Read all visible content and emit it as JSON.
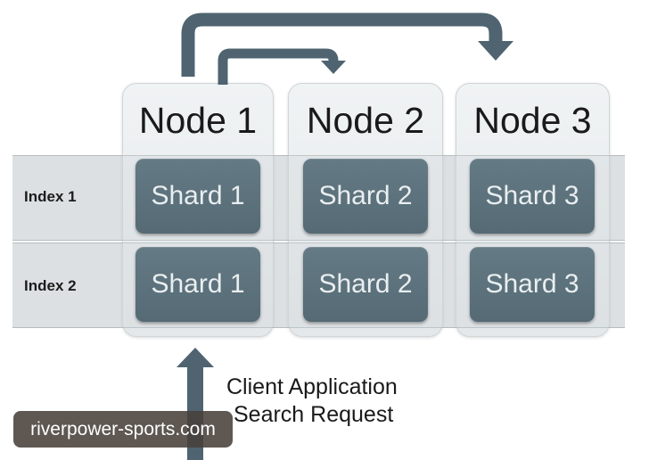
{
  "nodes": [
    {
      "title": "Node 1"
    },
    {
      "title": "Node 2"
    },
    {
      "title": "Node 3"
    }
  ],
  "indices": [
    {
      "label": "Index 1",
      "shards": [
        "Shard 1",
        "Shard 2",
        "Shard 3"
      ]
    },
    {
      "label": "Index 2",
      "shards": [
        "Shard 1",
        "Shard 2",
        "Shard 3"
      ]
    }
  ],
  "client": {
    "line1": "Client Application",
    "line2": "Search Request"
  },
  "watermark": "riverpower-sports.com",
  "colors": {
    "shard": "#5d727c",
    "arrow": "#4f6470",
    "node_panel": "#e8ecee"
  }
}
